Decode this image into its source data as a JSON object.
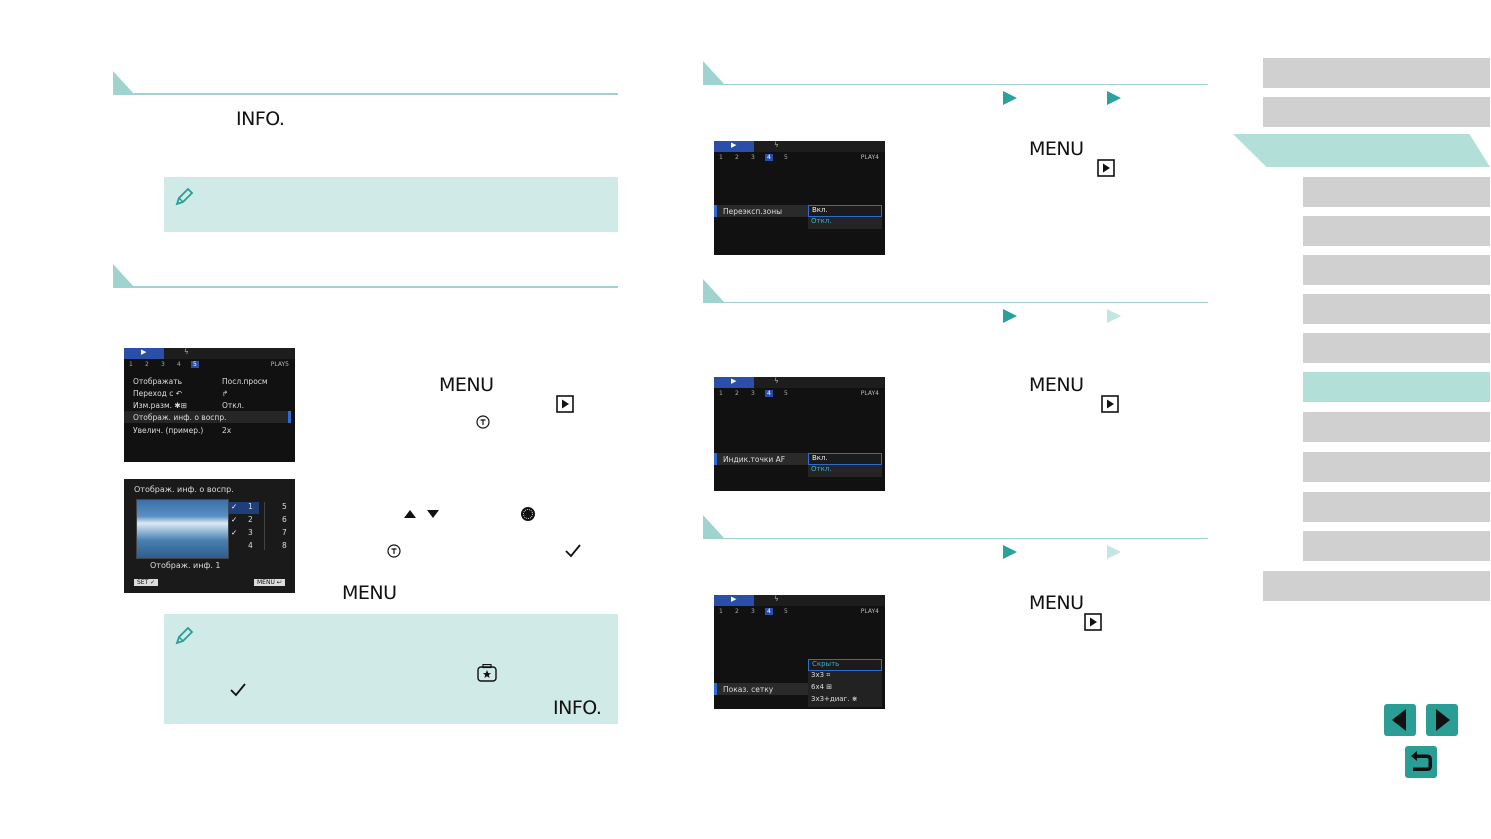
{
  "left": {
    "info_label": "INFO.",
    "steps": {
      "menu_label_1": "MENU",
      "menu_label_2": "MENU"
    },
    "note_info_label": "INFO."
  },
  "screen_play5": {
    "tab_numbers": [
      "1",
      "2",
      "3",
      "4",
      "5"
    ],
    "selected_tab": "5",
    "page_label": "PLAY5",
    "rows": [
      {
        "label": "Отображать",
        "value": "Посл.просм"
      },
      {
        "label": "Переход с ↶",
        "value": "↱"
      },
      {
        "label": "Изм.разм. ✱⊞",
        "value": "Откл."
      },
      {
        "label": "Отображ. инф. о воспр.",
        "value": ""
      },
      {
        "label": "Увелич. (пример.)",
        "value": "2x"
      }
    ]
  },
  "screen_info_display": {
    "title": "Отображ. инф. о воспр.",
    "checks_left": [
      "1",
      "2",
      "3",
      "4"
    ],
    "checks_right": [
      "5",
      "6",
      "7",
      "8"
    ],
    "caption": "Отображ. инф. 1",
    "set_label": "SET ✓",
    "menu_label": "MENU ↩"
  },
  "screen_highlight": {
    "tab_numbers": [
      "1",
      "2",
      "3",
      "4",
      "5"
    ],
    "page_label": "PLAY4",
    "row_label": "Переэксп.зоны",
    "options": [
      "Вкл.",
      "Откл."
    ]
  },
  "screen_af": {
    "tab_numbers": [
      "1",
      "2",
      "3",
      "4",
      "5"
    ],
    "page_label": "PLAY4",
    "row_label": "Индик.точки AF",
    "options": [
      "Вкл.",
      "Откл."
    ]
  },
  "screen_grid": {
    "tab_numbers": [
      "1",
      "2",
      "3",
      "4",
      "5"
    ],
    "page_label": "PLAY4",
    "row_label": "Показ. сетку",
    "options": [
      "Скрыть",
      "3x3 ⌗",
      "6x4 ⊞",
      "3x3+диаг. ⋇"
    ]
  },
  "right": {
    "menu_label_1": "MENU",
    "menu_label_2": "MENU",
    "menu_label_3": "MENU"
  },
  "colors": {
    "accent": "#9fd3cf",
    "note_bg": "#cfeae7",
    "sidebar_gray": "#d0d0d0",
    "sidebar_active": "#b3dfd9",
    "nav_teal": "#2a9d95",
    "arrow_teal": "#2aa19a"
  }
}
